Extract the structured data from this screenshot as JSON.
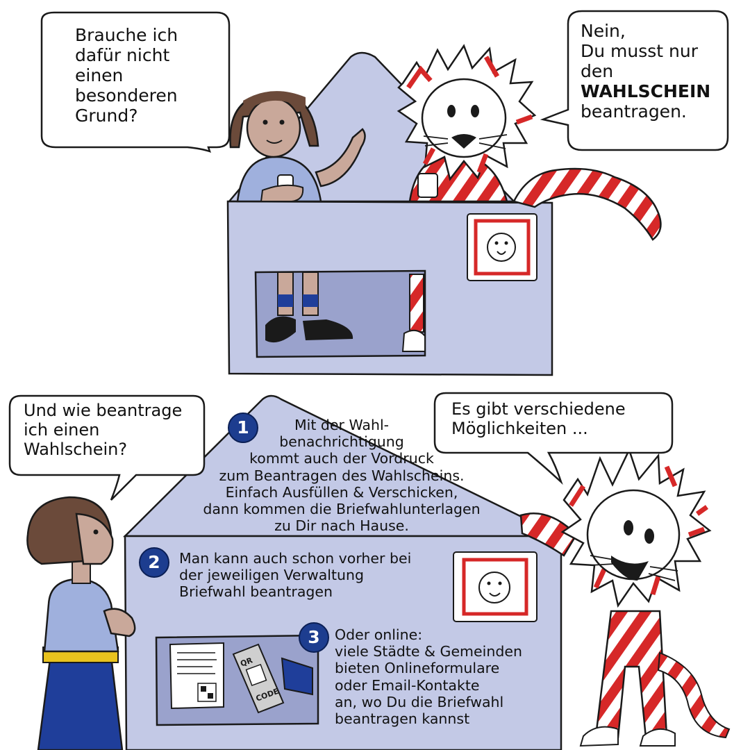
{
  "panel_top": {
    "girl_bubble": "Brauche ich\ndafür nicht\neinen\nbesonderen\nGrund?",
    "lion_bubble_line1": "Nein,\nDu musst nur\nden",
    "lion_bubble_bold": "WAHLSCHEIN",
    "lion_bubble_line2": "beantragen."
  },
  "panel_bottom": {
    "girl_bubble": "Und wie beantrage\nich einen\nWahlschein?",
    "lion_bubble": "Es gibt verschiedene\nMöglichkeiten ...",
    "steps": [
      {
        "number": "1",
        "text": "Mit der Wahl-\nbenachrichtigung\nkommt auch der Vordruck\nzum Beantragen des Wahlscheins.\nEinfach Ausfüllen & Verschicken,\ndann kommen die Briefwahlunterlagen\nzu Dir nach Hause."
      },
      {
        "number": "2",
        "text": "Man kann auch schon vorher bei\nder jeweiligen Verwaltung\nBriefwahl beantragen"
      },
      {
        "number": "3",
        "text": "Oder online:\nviele Städte & Gemeinden\nbieten Onlineformulare\noder Email-Kontakte\nan, wo Du die Briefwahl\nbeantragen kannst"
      }
    ],
    "phone_qr_label_top": "QR",
    "phone_qr_label_bottom": "CODE"
  },
  "colors": {
    "envelope": "#c3c9e6",
    "envelope_dark": "#9aa2cc",
    "outline": "#1a1a1a",
    "lion_red": "#d62828",
    "girl_hair": "#6b4a3a",
    "girl_skin": "#c9a89a",
    "shirt": "#9fb0dd",
    "pants": "#1f3e9a",
    "number_badge": "#1d3d8f"
  }
}
